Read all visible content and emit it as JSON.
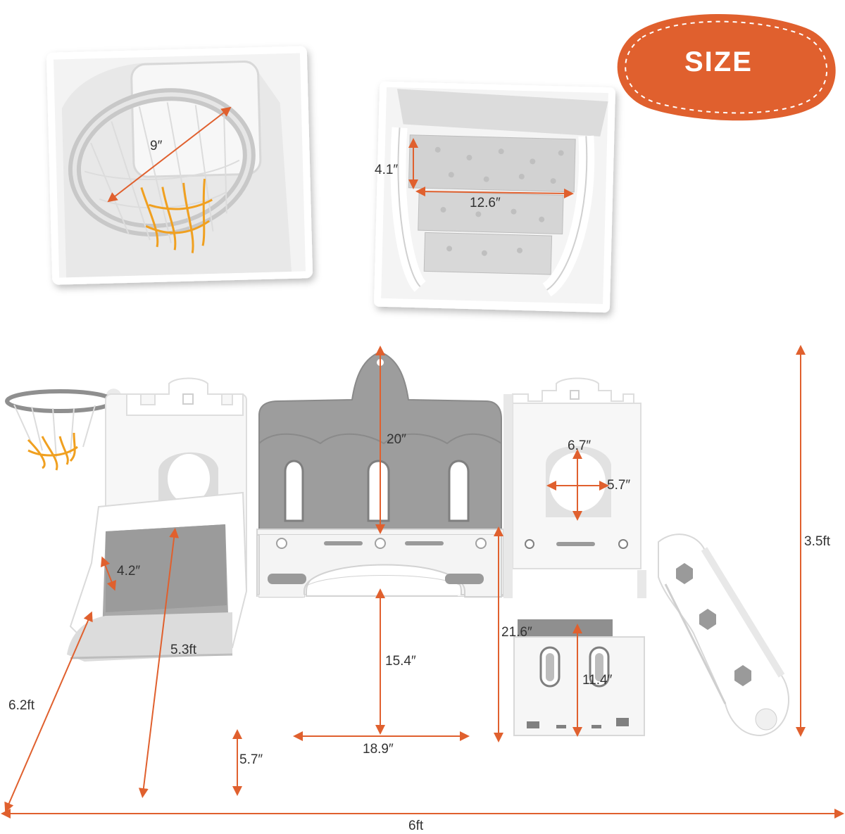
{
  "badge": {
    "label": "SIZE"
  },
  "colors": {
    "accent": "#e0602e",
    "frame": "#ffffff",
    "panel_gray": "#9a9a9a",
    "net_orange": "#f0a020"
  },
  "insets": {
    "hoop": {
      "diameter": "9″"
    },
    "steps": {
      "height": "4.1″",
      "width": "12.6″"
    }
  },
  "main": {
    "overall_height": "3.5ft",
    "overall_width": "6ft",
    "overall_depth": "6.2ft",
    "slide_length": "5.3ft",
    "slide_width": "4.2″",
    "slide_end_height": "5.7″",
    "center_wall_height": "20″",
    "arch_height": "15.4″",
    "arch_width": "18.9″",
    "window_width": "6.7″",
    "window_height": "5.7″",
    "platform_height": "21.6″",
    "step_height": "11.4″"
  }
}
